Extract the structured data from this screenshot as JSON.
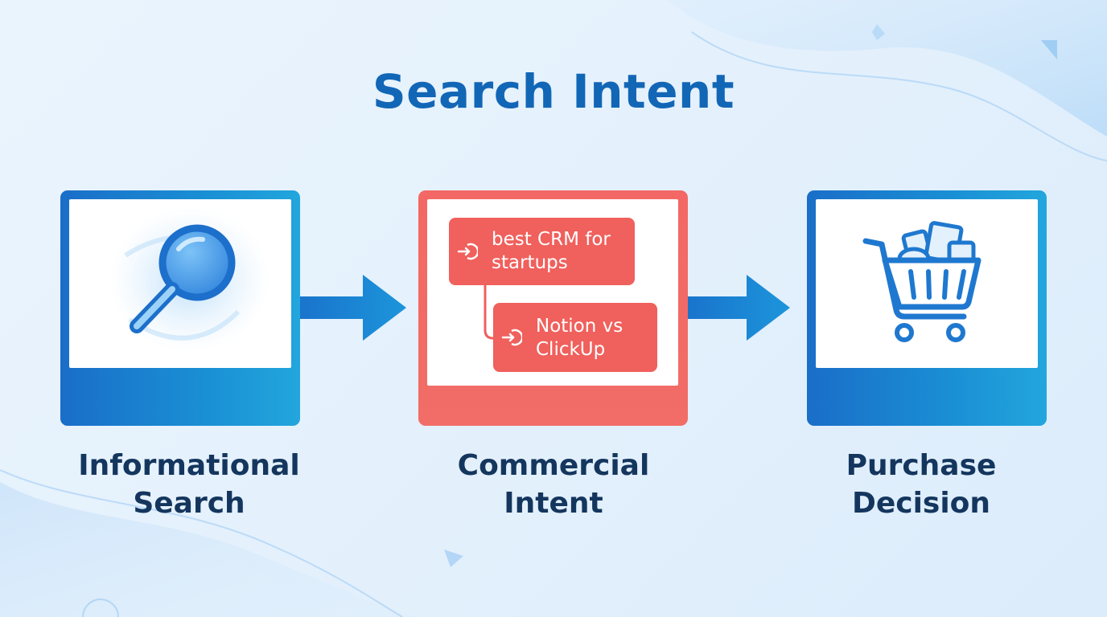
{
  "title": "Search Intent",
  "stages": [
    {
      "line1": "Informational",
      "line2": "Search"
    },
    {
      "line1": "Commercial",
      "line2": "Intent"
    },
    {
      "line1": "Purchase",
      "line2": "Decision"
    }
  ],
  "queries": [
    {
      "line1": "best CRM for",
      "line2": "startups"
    },
    {
      "line1": "Notion vs",
      "line2": "ClickUp"
    }
  ],
  "colors": {
    "title": "#1266b6",
    "blue_card": "#1a80cf",
    "red_card": "#f26d67",
    "pill": "#f0605c",
    "label": "#14365e",
    "arrow": "#1a8bd6"
  },
  "icons": {
    "stage_1": "magnifying-glass-icon",
    "stage_2": "search-query-icon",
    "stage_3": "shopping-cart-icon"
  }
}
